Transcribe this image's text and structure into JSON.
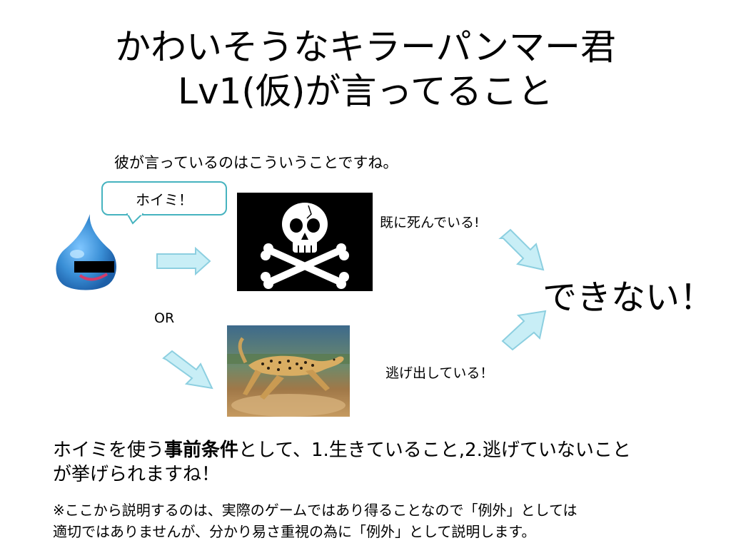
{
  "title": {
    "line1": "かわいそうなキラーパンマー君",
    "line2": "Lv1(仮)が言ってること"
  },
  "caption": "彼が言っているのはこういうことですね。",
  "speech_bubble": "ホイミ！",
  "or_label": "OR",
  "dead_label": "既に死んでいる!",
  "fled_label": "逃げ出している！",
  "result": "できない！",
  "conclusion": {
    "part1": "ホイミを使う",
    "bold": "事前条件",
    "part2": "として、1.生きていること,2.逃げていないこと",
    "line2": "が挙げられますね！"
  },
  "footnote": {
    "line1": "※ここから説明するのは、実際のゲームではあり得ることなので「例外」としては",
    "line2": "適切ではありませんが、分かり易さ重視の為に「例外」として説明します。"
  },
  "colors": {
    "bubble_border": "#46b3bf",
    "arrow_fill": "#c8eef6",
    "arrow_stroke": "#8ccfe0",
    "slime_blue": "#3a8fd6"
  }
}
